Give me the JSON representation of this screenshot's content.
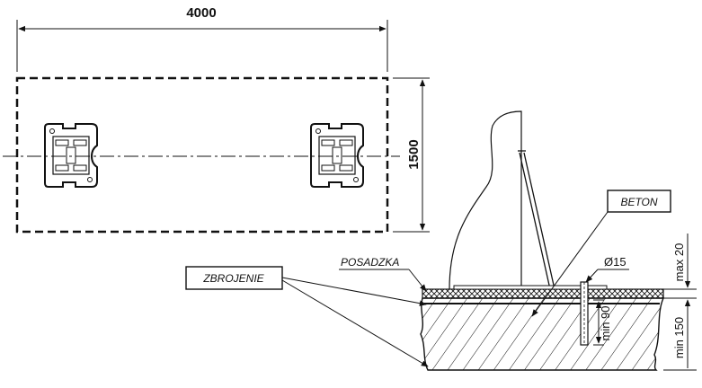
{
  "plan": {
    "width_dim": "4000",
    "height_dim": "1500"
  },
  "section": {
    "labels": {
      "beton": "BETON",
      "zbrojenie": "ZBROJENIE",
      "posadzka": "POSADZKA",
      "diameter": "Ø15"
    },
    "dims": {
      "max_20": "max 20",
      "min_150": "min 150",
      "min_90": "min 90"
    }
  }
}
